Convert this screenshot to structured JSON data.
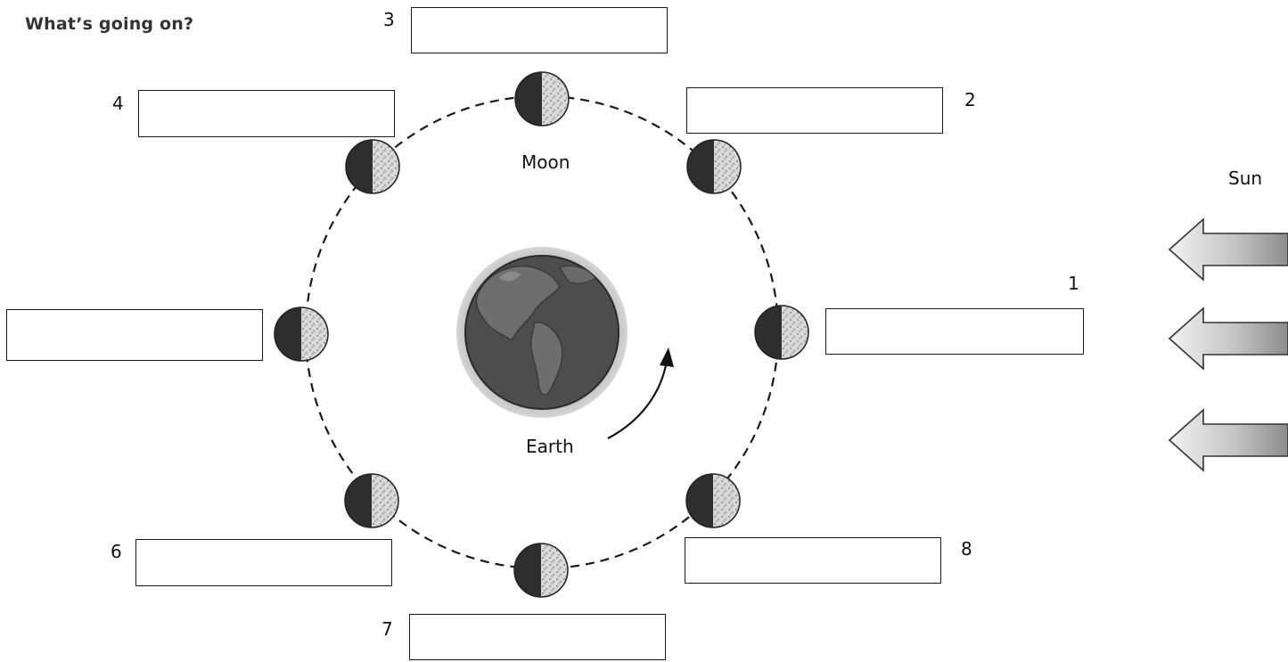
{
  "worksheet": {
    "title": "What’s going on?"
  },
  "labels": {
    "moon": "Moon",
    "earth": "Earth",
    "sun": "Sun"
  },
  "answer_boxes": [
    {
      "number": "1",
      "value": ""
    },
    {
      "number": "2",
      "value": ""
    },
    {
      "number": "3",
      "value": ""
    },
    {
      "number": "4",
      "value": ""
    },
    {
      "number": "",
      "value": ""
    },
    {
      "number": "6",
      "value": ""
    },
    {
      "number": "7",
      "value": ""
    },
    {
      "number": "8",
      "value": ""
    }
  ],
  "moon_phases_count": 8,
  "sun_rays_count": 3,
  "colors": {
    "moon_dark": "#2e2e2e",
    "earth_land": "#666666",
    "earth_ocean": "#4a4a4a",
    "ray_light": "#f0f0f0",
    "ray_dark": "#8a8a8a"
  }
}
